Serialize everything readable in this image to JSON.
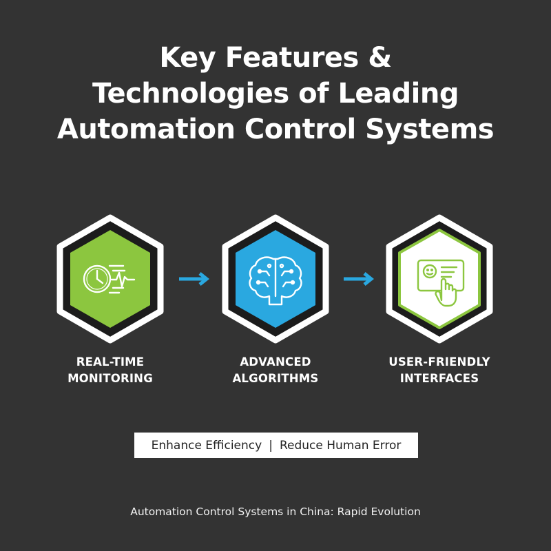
{
  "title": {
    "lines": [
      "Key Features &",
      "Technologies of Leading",
      "Automation Control Systems"
    ]
  },
  "features": [
    {
      "label_lines": [
        "REAL-TIME",
        "MONITORING"
      ],
      "icon": "clock-pulse-icon",
      "fill": "#8cc63f",
      "border": "#ffffff"
    },
    {
      "label_lines": [
        "ADVANCED",
        "ALGORITHMS"
      ],
      "icon": "brain-circuit-icon",
      "fill": "#2aa8e0",
      "border": "#ffffff"
    },
    {
      "label_lines": [
        "USER-FRIENDLY",
        "INTERFACES"
      ],
      "icon": "touch-screen-icon",
      "fill": "#ffffff",
      "border": "#8cc63f"
    }
  ],
  "connector_color": "#2aa8e0",
  "benefits": [
    "Enhance Efficiency",
    "|",
    "Reduce Human Error"
  ],
  "footer": "Automation Control Systems in China: Rapid Evolution",
  "colors": {
    "background": "#333333",
    "green": "#8cc63f",
    "blue": "#2aa8e0"
  }
}
